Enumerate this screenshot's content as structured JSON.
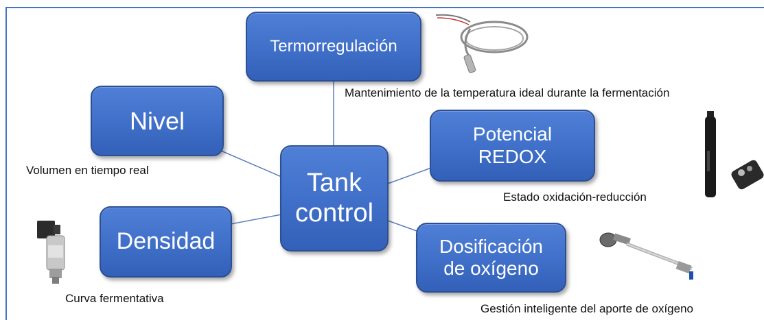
{
  "center": {
    "label_line1": "Tank",
    "label_line2": "control"
  },
  "nodes": {
    "termo": {
      "label": "Termorregulación",
      "caption": "Mantenimiento de la temperatura ideal durante la fermentación"
    },
    "nivel": {
      "label": "Nivel",
      "caption": "Volumen en tiempo real"
    },
    "redox": {
      "label_line1": "Potencial",
      "label_line2": "REDOX",
      "caption": "Estado oxidación-reducción"
    },
    "densidad": {
      "label": "Densidad",
      "caption": "Curva fermentativa"
    },
    "oxigeno": {
      "label_line1": "Dosificación",
      "label_line2": "de oxígeno",
      "caption": "Gestión inteligente del aporte de oxígeno"
    }
  },
  "colors": {
    "node_fill": "#4472c4",
    "node_border": "#2c4f92",
    "connector": "#5b7fc0"
  },
  "icons": [
    "temperature-probe-icon",
    "redox-electrode-icon",
    "pressure-transmitter-icon",
    "oxygen-diffuser-icon"
  ]
}
